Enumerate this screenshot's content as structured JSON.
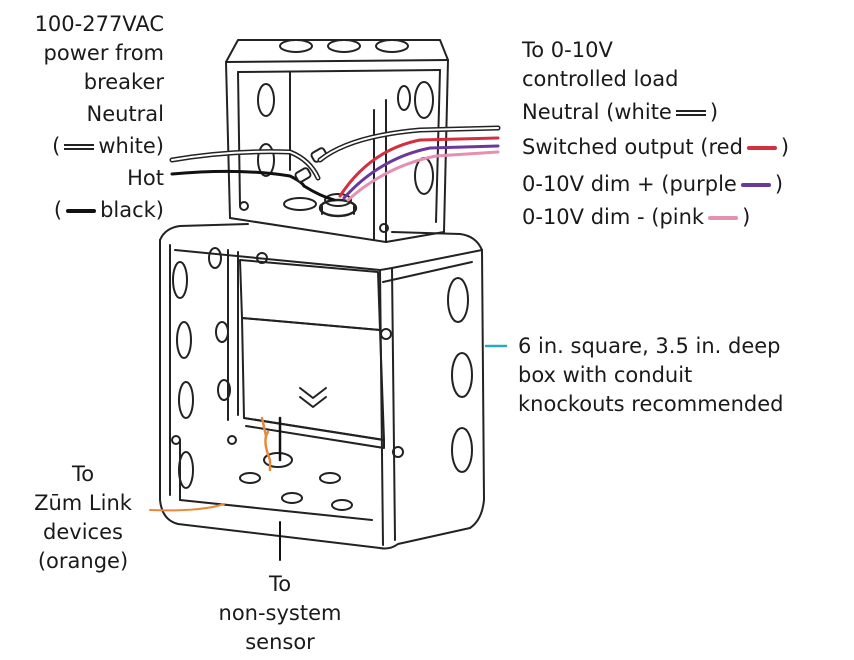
{
  "left": {
    "power_line1": "100-277VAC",
    "power_line2": "power from",
    "power_line3": "breaker",
    "neutral_label": "Neutral",
    "neutral_open": "(",
    "neutral_text": "white)",
    "hot_label": "Hot",
    "hot_open": "(",
    "hot_text": "black)",
    "zum_line1": "To",
    "zum_line2": "Zūm Link",
    "zum_line3": "devices",
    "zum_line4": "(orange)"
  },
  "bottom": {
    "sensor_line1": "To",
    "sensor_line2": "non-system",
    "sensor_line3": "sensor"
  },
  "right": {
    "load_line1": "To 0-10V",
    "load_line2": "controlled load",
    "neutral_text": "Neutral (white",
    "neutral_close": ")",
    "switched_text": "Switched output (red",
    "switched_close": ")",
    "dim_plus_text": "0-10V dim + (purple",
    "dim_plus_close": ")",
    "dim_minus_text": "0-10V dim - (pink",
    "dim_minus_close": ")",
    "box_line1": "6 in. square,  3.5 in. deep",
    "box_line2": "box with conduit",
    "box_line3": "knockouts recommended"
  },
  "colors": {
    "red": "#d32f3f",
    "purple": "#6a3a9a",
    "pink": "#e58fb2",
    "orange": "#e8893a",
    "black": "#111111",
    "callout": "#2aa7c9"
  }
}
